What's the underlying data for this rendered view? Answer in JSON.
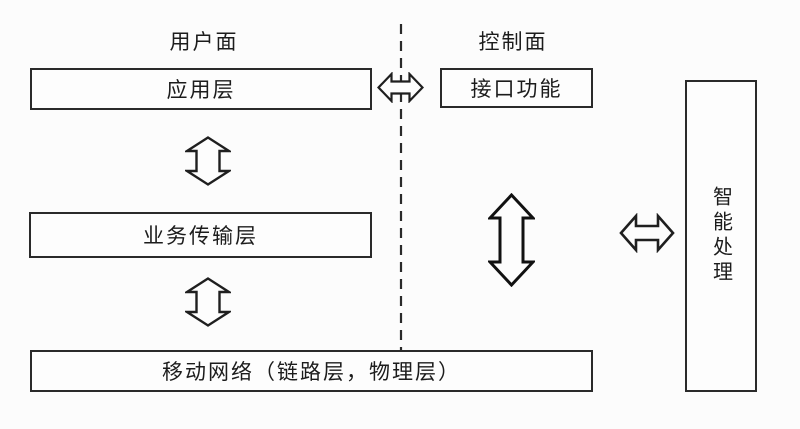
{
  "diagram": {
    "title": "user-plane / control-plane layered architecture",
    "plane_labels": {
      "user": "用户面",
      "control": "控制面"
    },
    "boxes": {
      "application_layer": "应用层",
      "interface_function": "接口功能",
      "service_transport_layer": "业务传输层",
      "mobile_network": "移动网络（链路层，物理层）",
      "intelligent_processing": "智能处理"
    },
    "icons": {
      "vertical_double_arrow": "double-headed vertical block arrow",
      "horizontal_double_arrow": "double-headed horizontal block arrow",
      "divider": "vertical dashed separator"
    },
    "colors": {
      "background": "#fcfcfc",
      "line": "#2a2a2a",
      "box_fill": "#fdfdfd"
    }
  }
}
